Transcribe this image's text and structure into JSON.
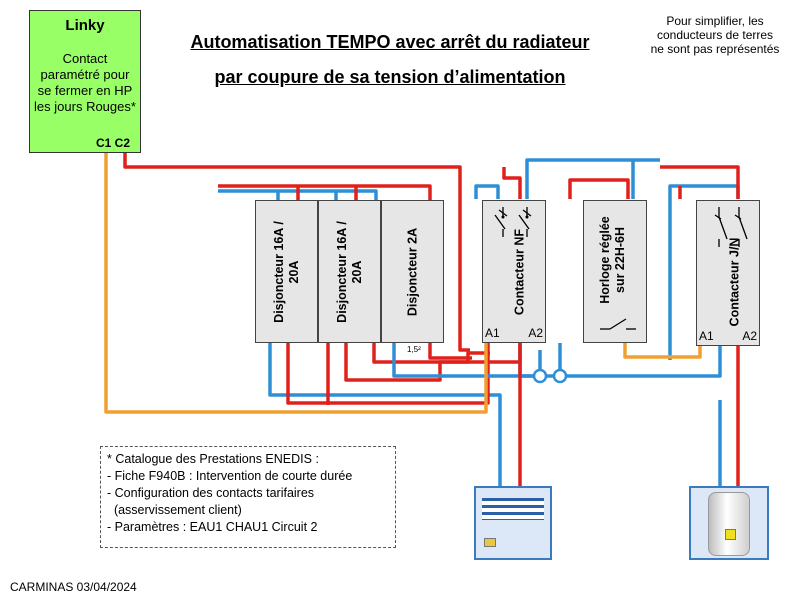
{
  "title_line1": "Automatisation TEMPO avec arrêt du radiateur",
  "title_line2": "par coupure de sa tension d’alimentation",
  "note": "Pour simplifier, les conducteurs de terres ne sont pas représentés",
  "linky": {
    "title": "Linky",
    "text": "Contact paramétré pour se fermer en HP les jours Rouges*",
    "terminals": "C1 C2"
  },
  "modules": {
    "disjoncteur1": "Disjoncteur 16A / 20A",
    "disjoncteur2": "Disjoncteur 16A / 20A",
    "disjoncteur3": "Disjoncteur 2A",
    "contacteur_nf": "Contacteur NF",
    "horloge": "Horloge réglée sur 22H-6H",
    "contacteur_jn": "Contacteur J/N"
  },
  "terminals": {
    "a1": "A1",
    "a2": "A2"
  },
  "small_label": "1,5²",
  "catalog": [
    "* Catalogue des Prestations ENEDIS :",
    "- Fiche F940B : Intervention de courte durée",
    "- Configuration des contacts tarifaires",
    "  (asservissement client)",
    "- Paramètres : EAU1 CHAU1 Circuit 2"
  ],
  "footer": "CARMINAS 03/04/2024",
  "colors": {
    "phase": "#e0201b",
    "neutral": "#2f8fd6",
    "control": "#f0a030",
    "linky_bg": "#99ff66"
  }
}
